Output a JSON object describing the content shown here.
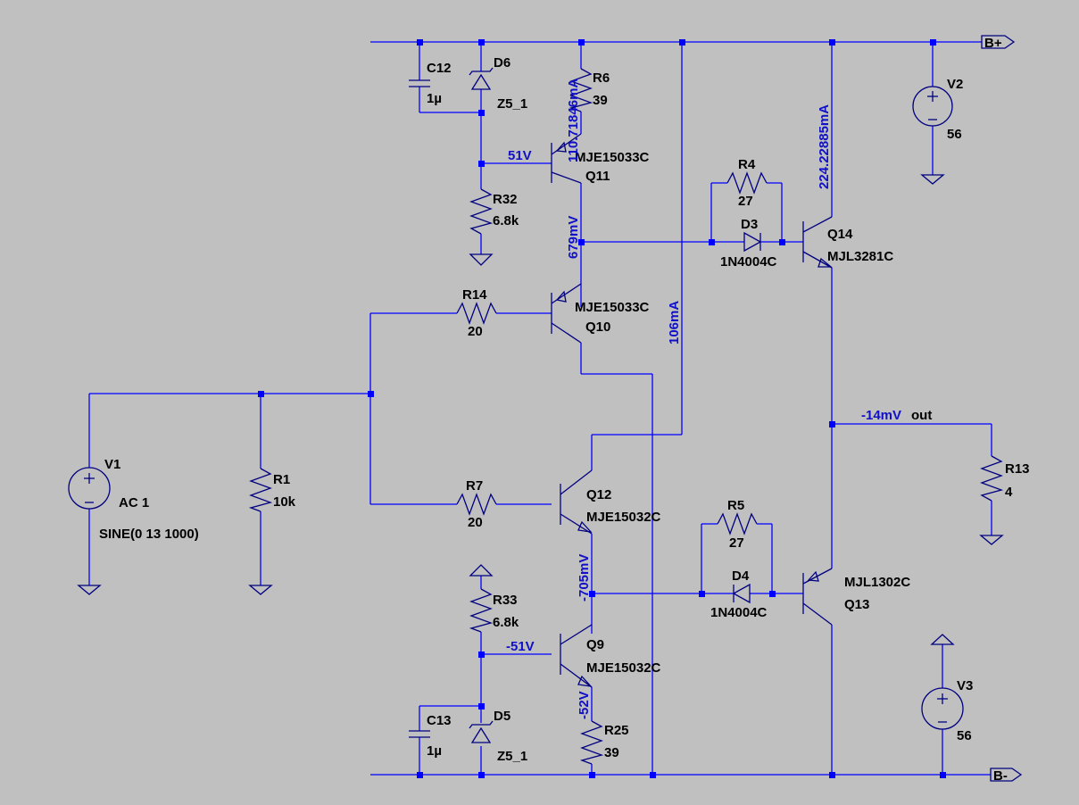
{
  "nets": {
    "b_plus": "B+",
    "b_minus": "B-",
    "out": "out"
  },
  "components": {
    "C12": {
      "name": "C12",
      "value": "1µ"
    },
    "C13": {
      "name": "C13",
      "value": "1µ"
    },
    "D6": {
      "name": "D6",
      "value": "Z5_1"
    },
    "D5": {
      "name": "D5",
      "value": "Z5_1"
    },
    "R6": {
      "name": "R6",
      "value": "39"
    },
    "R25": {
      "name": "R25",
      "value": "39"
    },
    "R32": {
      "name": "R32",
      "value": "6.8k"
    },
    "R33": {
      "name": "R33",
      "value": "6.8k"
    },
    "Q11": {
      "name": "Q11",
      "value": "MJE15033C"
    },
    "Q10": {
      "name": "Q10",
      "value": "MJE15033C"
    },
    "Q12": {
      "name": "Q12",
      "value": "MJE15032C"
    },
    "Q9": {
      "name": "Q9",
      "value": "MJE15032C"
    },
    "Q14": {
      "name": "Q14",
      "value": "MJL3281C"
    },
    "Q13": {
      "name": "Q13",
      "value": "MJL1302C"
    },
    "R4": {
      "name": "R4",
      "value": "27"
    },
    "R5": {
      "name": "R5",
      "value": "27"
    },
    "D3": {
      "name": "D3",
      "value": "1N4004C"
    },
    "D4": {
      "name": "D4",
      "value": "1N4004C"
    },
    "R14": {
      "name": "R14",
      "value": "20"
    },
    "R7": {
      "name": "R7",
      "value": "20"
    },
    "R1": {
      "name": "R1",
      "value": "10k"
    },
    "R13": {
      "name": "R13",
      "value": "4"
    },
    "V1": {
      "name": "V1",
      "value": "AC 1",
      "value2": "SINE(0 13 1000)"
    },
    "V2": {
      "name": "V2",
      "value": "56"
    },
    "V3": {
      "name": "V3",
      "value": "56"
    }
  },
  "measurements": {
    "v_51": "51V",
    "v_neg51": "-51V",
    "v_neg14": "-14mV",
    "i_r6": "110.71846mA",
    "v_q11e": "679mV",
    "i_106": "106mA",
    "i_q14": "224.22885mA",
    "v_neg705": "-705mV",
    "v_neg52": "-52V"
  }
}
